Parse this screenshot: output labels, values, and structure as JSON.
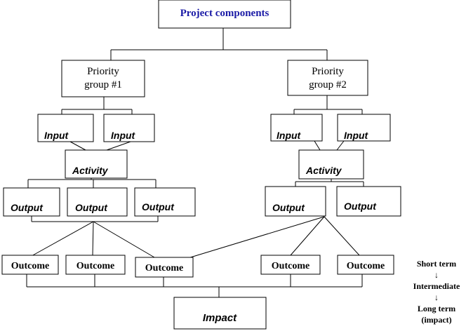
{
  "root": {
    "label": "Project components",
    "color": "#1a1aa6"
  },
  "groups": [
    {
      "label_line1": "Priority",
      "label_line2": "group #1",
      "inputs": [
        "Input",
        "Input"
      ],
      "activity": "Activity",
      "outputs": [
        "Output",
        "Output",
        "Output"
      ]
    },
    {
      "label_line1": "Priority",
      "label_line2": "group #2",
      "inputs": [
        "Input",
        "Input"
      ],
      "activity": "Activity",
      "outputs": [
        "Output",
        "Output"
      ]
    }
  ],
  "outcomes": [
    "Outcome",
    "Outcome",
    "Outcome",
    "Outcome",
    "Outcome"
  ],
  "impact": "Impact",
  "timeline": {
    "short_term": "Short term",
    "intermediate": "Intermediate",
    "long_term": "Long term",
    "long_term_sub": "(impact)",
    "arrow": "↓"
  }
}
